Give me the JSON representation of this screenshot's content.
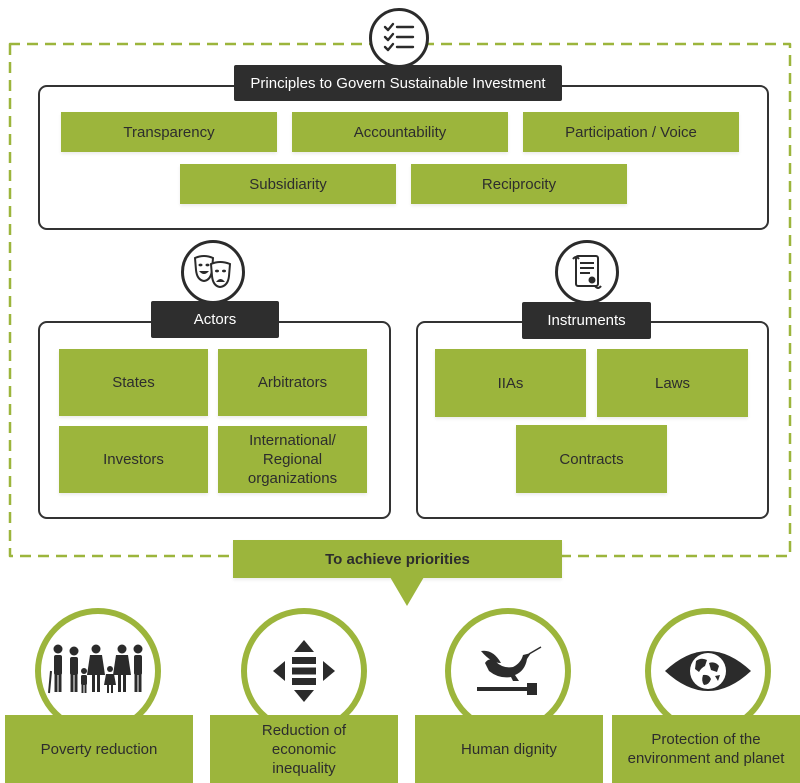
{
  "principles": {
    "title": "Principles to Govern Sustainable Investment",
    "items": [
      "Transparency",
      "Accountability",
      "Participation / Voice",
      "Subsidiarity",
      "Reciprocity"
    ]
  },
  "actors": {
    "title": "Actors",
    "items": [
      "States",
      "Arbitrators",
      "Investors",
      "International/ Regional organizations"
    ]
  },
  "instruments": {
    "title": "Instruments",
    "items": [
      "IIAs",
      "Laws",
      "Contracts"
    ]
  },
  "priorities": {
    "banner": "To achieve priorities",
    "items": [
      "Poverty reduction",
      "Reduction of economic inequality",
      "Human dignity",
      "Protection of the environment and planet"
    ]
  },
  "icons": [
    "checklist-icon",
    "theater-masks-icon",
    "scroll-document-icon",
    "family-icon",
    "arrows-inequality-icon",
    "dove-icon",
    "earth-eye-icon"
  ],
  "colors": {
    "green": "#9cb53c",
    "dark": "#2e2e2e"
  }
}
